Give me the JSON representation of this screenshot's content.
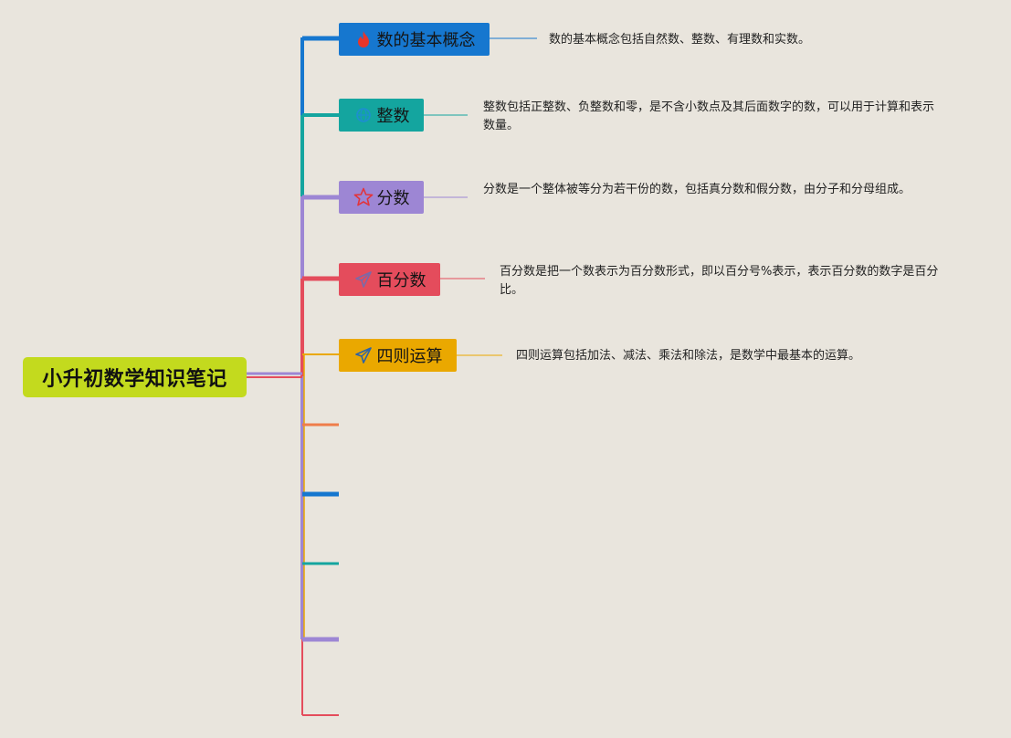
{
  "root": {
    "title": "小升初数学知识笔记"
  },
  "topics": [
    {
      "title": "数的基本概念",
      "description": "数的基本概念包括自然数、整数、有理数和实数。",
      "color": "#1677cf",
      "icon": "flame-icon"
    },
    {
      "title": "整数",
      "description": "整数包括正整数、负整数和零，是不含小数点及其后面数字的数，可以用于计算和表示数量。",
      "color": "#14a59f",
      "icon": "globe-icon"
    },
    {
      "title": "分数",
      "description": "分数是一个整体被等分为若干份的数，包括真分数和假分数，由分子和分母组成。",
      "color": "#9d86d4",
      "icon": "star-icon"
    },
    {
      "title": "百分数",
      "description": "百分数是把一个数表示为百分数形式，即以百分号%表示，表示百分数的数字是百分比。",
      "color": "#e44c5c",
      "icon": "paper-plane-icon"
    },
    {
      "title": "四则运算",
      "description": "四则运算包括加法、减法、乘法和除法，是数学中最基本的运算。",
      "color": "#eaa800",
      "icon": "paper-plane-icon"
    }
  ],
  "empty_branch_colors": [
    "#ef7d4a",
    "#1677cf",
    "#14a59f",
    "#9d86d4",
    "#e44c5c"
  ]
}
